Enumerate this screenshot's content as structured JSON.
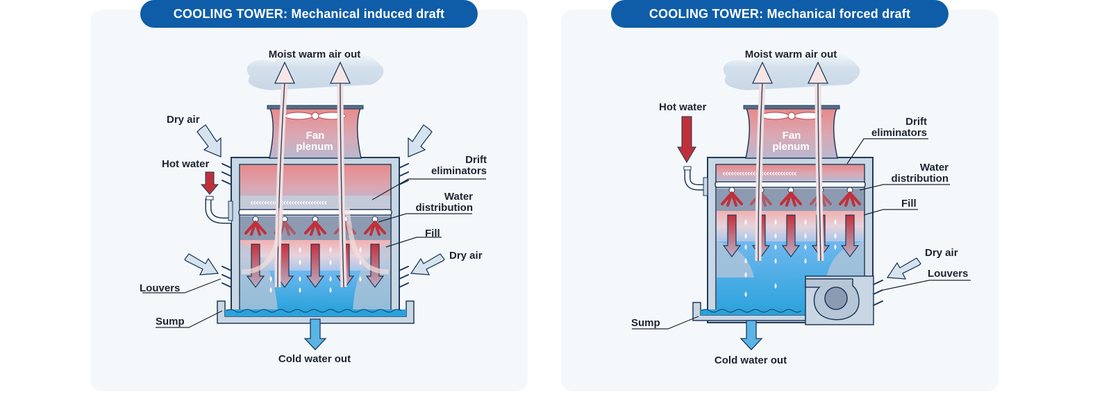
{
  "left": {
    "title": "COOLING TOWER: Mechanical induced draft",
    "labels": {
      "moist_air_out": "Moist warm air out",
      "dry_air_top": "Dry air",
      "hot_water": "Hot water",
      "fan": "Fan",
      "plenum": "plenum",
      "drift_1": "Drift",
      "drift_2": "eliminators",
      "water_1": "Water",
      "water_2": "distribution",
      "fill": "Fill",
      "dry_air_right": "Dry air",
      "louvers": "Louvers",
      "sump": "Sump",
      "cold_water_out": "Cold water out"
    }
  },
  "right": {
    "title": "COOLING TOWER: Mechanical forced draft",
    "labels": {
      "moist_air_out": "Moist warm air out",
      "hot_water": "Hot water",
      "fan": "Fan",
      "plenum": "plenum",
      "drift_1": "Drift",
      "drift_2": "eliminators",
      "water_1": "Water",
      "water_2": "distribution",
      "fill": "Fill",
      "dry_air": "Dry air",
      "louvers": "Louvers",
      "sump": "Sump",
      "cold_water_out": "Cold water out"
    }
  },
  "colors": {
    "title_bg": "#0f5da8",
    "panel_bg": "#f5f8fa",
    "hot": "#c0303a",
    "cold": "#2ea8e0",
    "outline": "#1c3a5c"
  }
}
